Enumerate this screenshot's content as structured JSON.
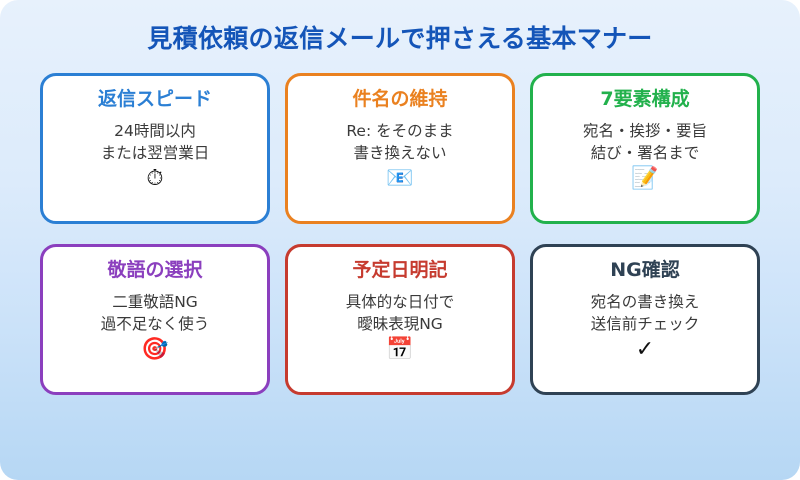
{
  "title": "見積依頼の返信メールで押さえる基本マナー",
  "theme": {
    "background_top": "#e7f1fc",
    "background_bottom": "#b6d7f4",
    "title_color": "#1455b8",
    "body_text_color": "#3a3a3a"
  },
  "cards": [
    {
      "title": "返信スピード",
      "line1": "24時間以内",
      "line2": "または翌営業日",
      "icon": "stopwatch-icon",
      "icon_glyph": "⏱",
      "color": "#2b7fd4"
    },
    {
      "title": "件名の維持",
      "line1": "Re: をそのまま",
      "line2": "書き換えない",
      "icon": "email-icon",
      "icon_glyph": "📧",
      "color": "#ea8120"
    },
    {
      "title": "7要素構成",
      "line1": "宛名・挨拶・要旨",
      "line2": "結び・署名まで",
      "icon": "memo-icon",
      "icon_glyph": "📝",
      "color": "#22b14c"
    },
    {
      "title": "敬語の選択",
      "line1": "二重敬語NG",
      "line2": "過不足なく使う",
      "icon": "target-dart-icon",
      "icon_glyph": "🎯",
      "color": "#8b3fbe"
    },
    {
      "title": "予定日明記",
      "line1": "具体的な日付で",
      "line2": "曖昧表現NG",
      "icon": "calendar-icon",
      "icon_glyph": "📅",
      "color": "#c63b2f"
    },
    {
      "title": "NG確認",
      "line1": "宛名の書き換え",
      "line2": "送信前チェック",
      "icon": "checkmark-icon",
      "icon_glyph": "✓",
      "color": "#2f4254"
    }
  ]
}
